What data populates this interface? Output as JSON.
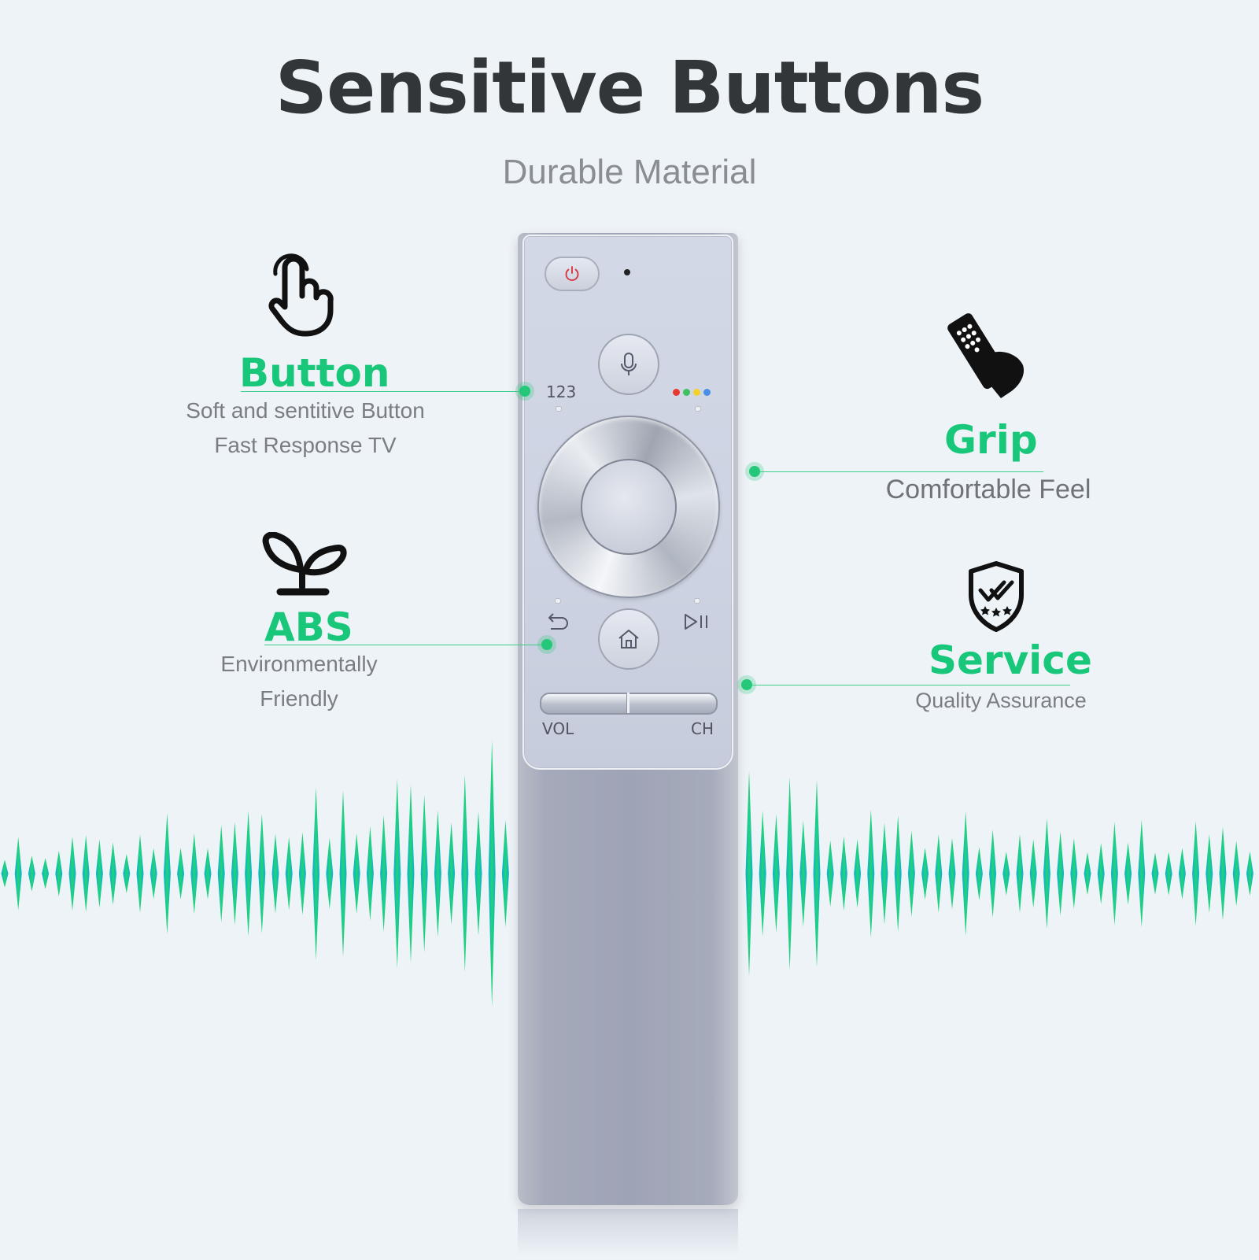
{
  "header": {
    "title": "Sensitive Buttons",
    "subtitle": "Durable Material"
  },
  "features": {
    "button": {
      "title": "Button",
      "line1": "Soft and sentitive Button",
      "line2": "Fast Response TV",
      "icon": "pointer-hand-icon"
    },
    "abs": {
      "title": "ABS",
      "line1": "Environmentally",
      "line2": "Friendly",
      "icon": "sprout-icon"
    },
    "grip": {
      "title": "Grip",
      "line1": "Comfortable Feel",
      "icon": "hand-holding-remote-icon"
    },
    "service": {
      "title": "Service",
      "line1": "Quality Assurance",
      "icon": "shield-check-stars-icon"
    }
  },
  "remote": {
    "num_label": "123",
    "vol_label": "VOL",
    "ch_label": "CH",
    "color_keys": [
      "#e8392f",
      "#3cc15c",
      "#f3d12b",
      "#4a8fe7"
    ]
  },
  "colors": {
    "accent": "#19c77a",
    "wave_teal": "#11b2cc",
    "wave_green": "#1fd17f",
    "background": "#eef3f8"
  }
}
